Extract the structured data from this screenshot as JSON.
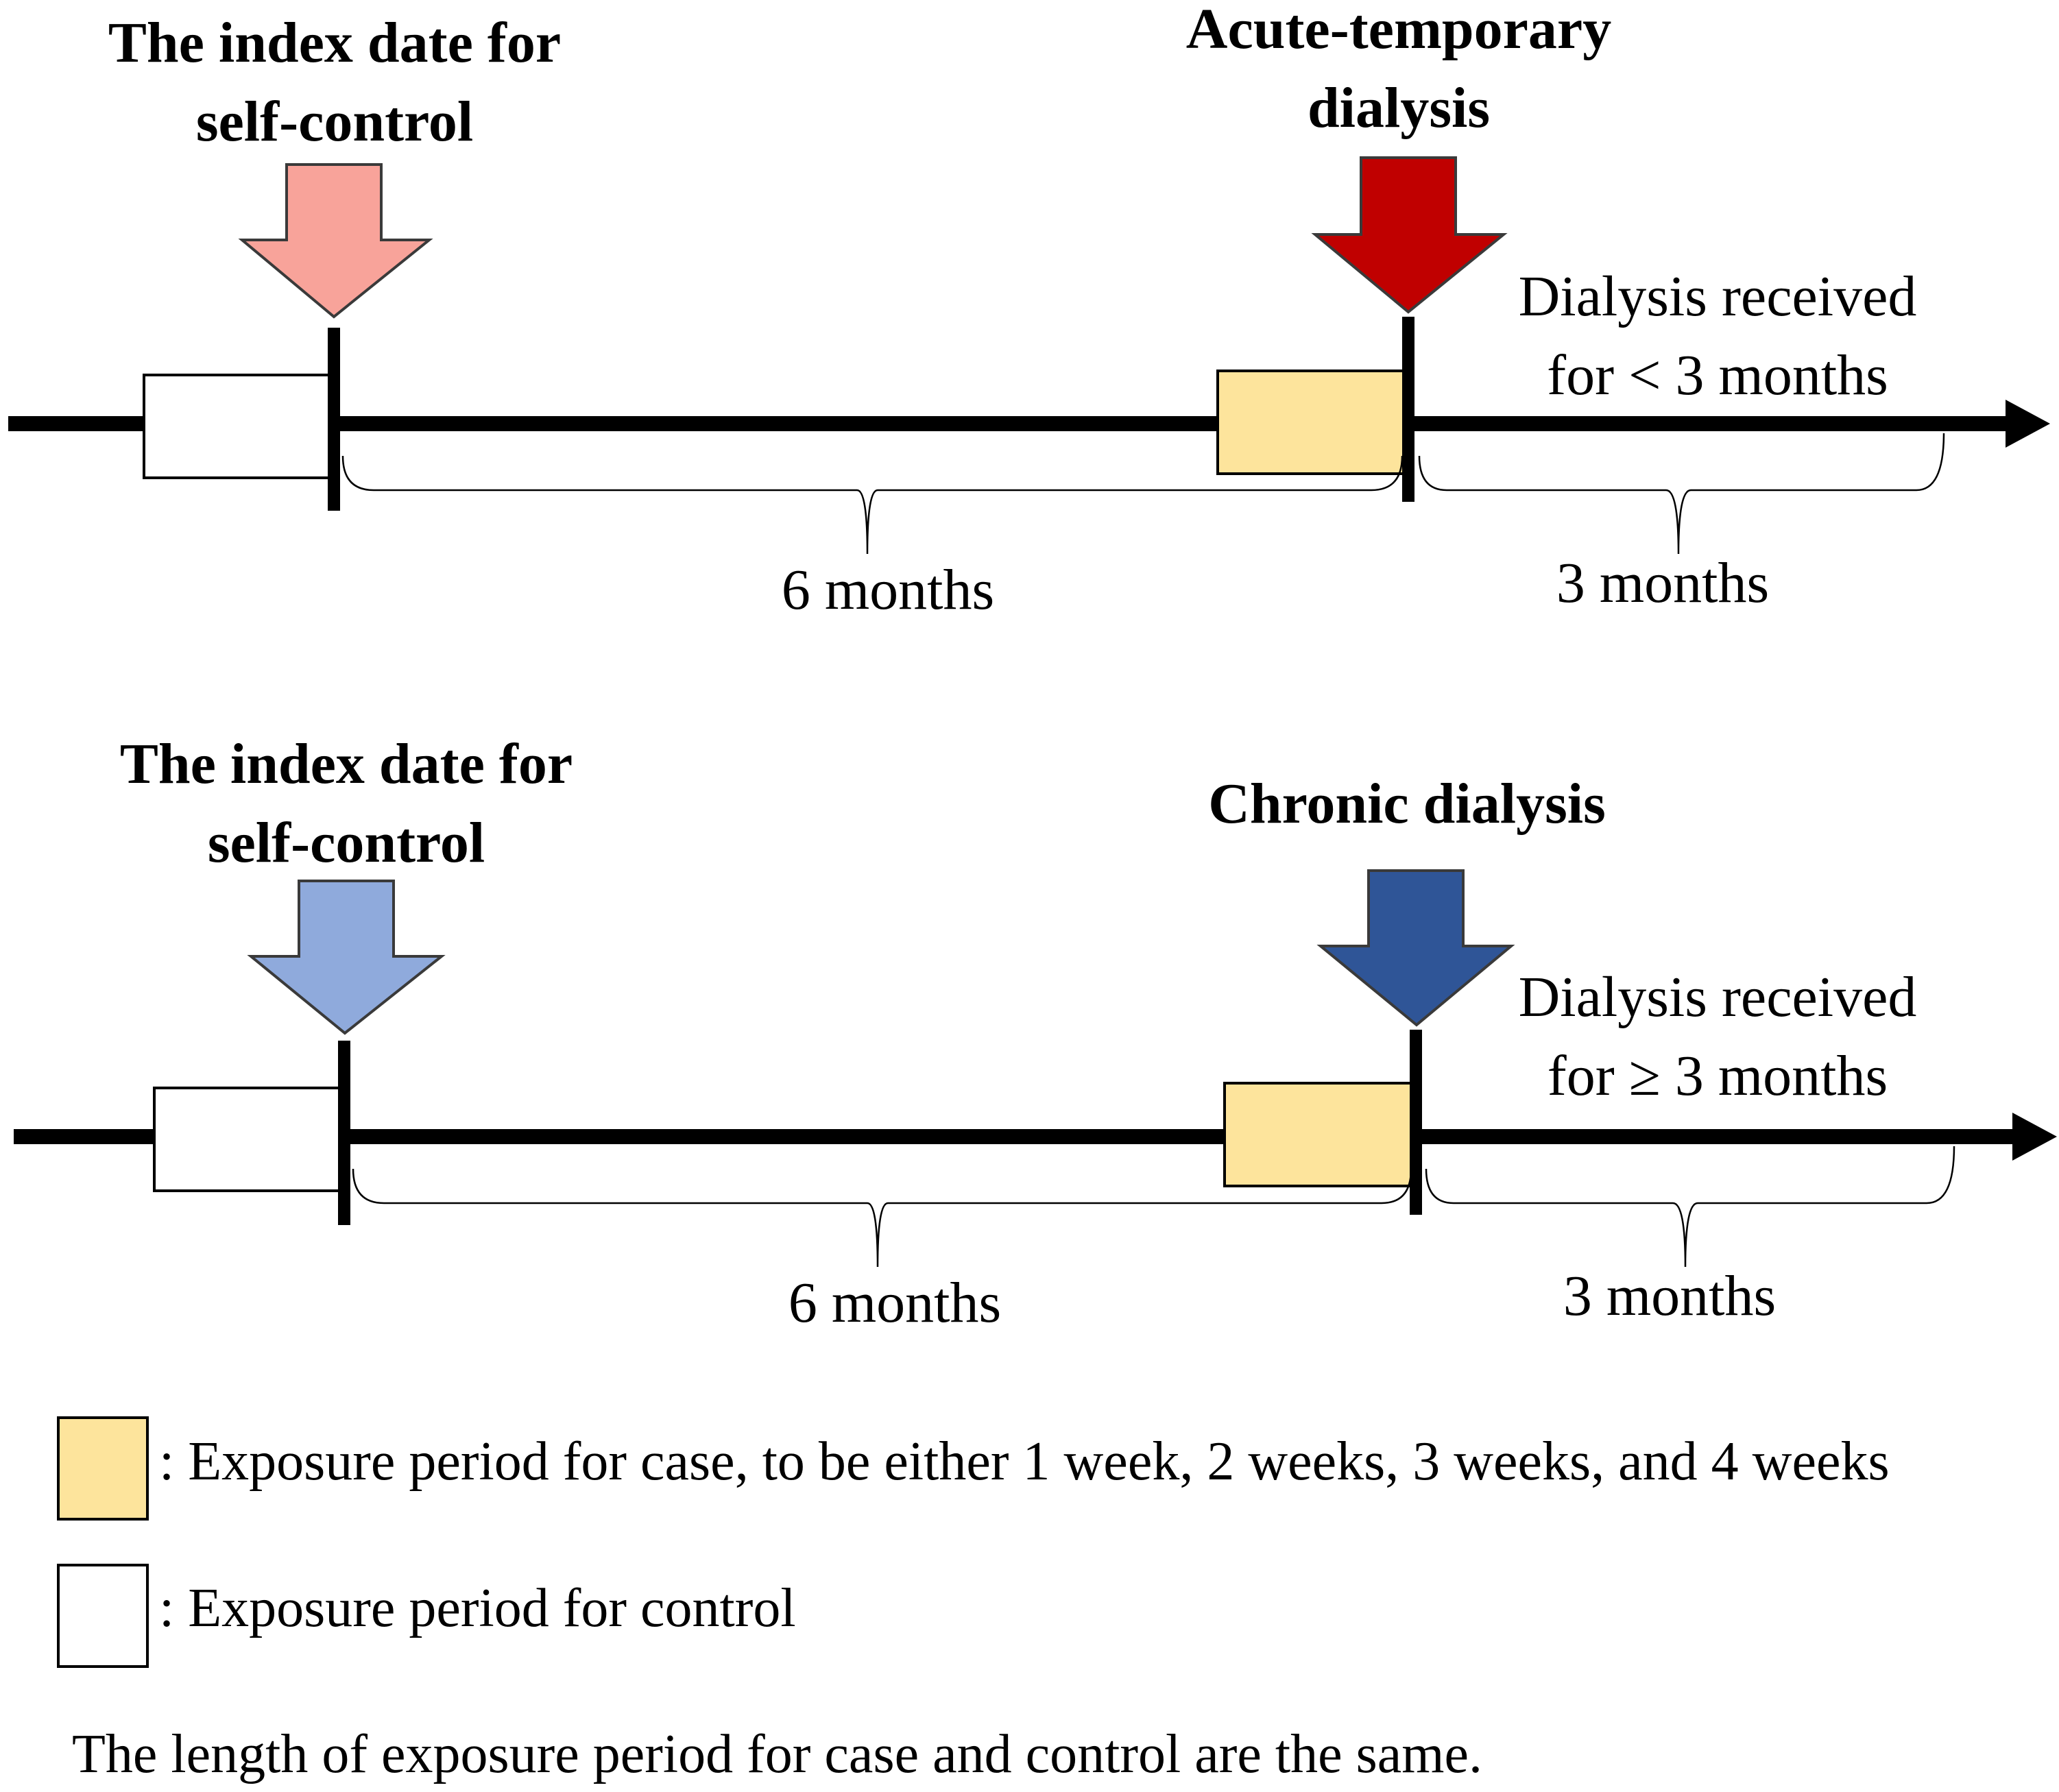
{
  "panels": [
    {
      "index_label_line1": "The index date for",
      "index_label_line2": "self-control",
      "event_label_line1": "Acute-temporary",
      "event_label_line2": "dialysis",
      "event_note_line1": "Dialysis received",
      "event_note_line2": "for < 3 months",
      "before_span_label": "6 months",
      "after_span_label": "3 months",
      "colors": {
        "index_arrow": "#F8A39A",
        "event_arrow": "#C00000",
        "case_box": "#FDE49C",
        "control_box": "#FFFFFF"
      }
    },
    {
      "index_label_line1": "The index date for",
      "index_label_line2": "self-control",
      "event_label_line1": "Chronic dialysis",
      "event_label_line2": "",
      "event_note_line1": "Dialysis received",
      "event_note_line2": "for ≥ 3 months",
      "before_span_label": "6 months",
      "after_span_label": "3 months",
      "colors": {
        "index_arrow": "#8FAADC",
        "event_arrow": "#2F5597",
        "case_box": "#FDE49C",
        "control_box": "#FFFFFF"
      }
    }
  ],
  "legend": {
    "case_text": ": Exposure period for case, to be either 1 week, 2 weeks, 3 weeks, and 4 weeks",
    "control_text": ": Exposure period for control",
    "case_color": "#FDE49C",
    "control_color": "#FFFFFF"
  },
  "footnote": "The length of exposure period for case and control are the same."
}
